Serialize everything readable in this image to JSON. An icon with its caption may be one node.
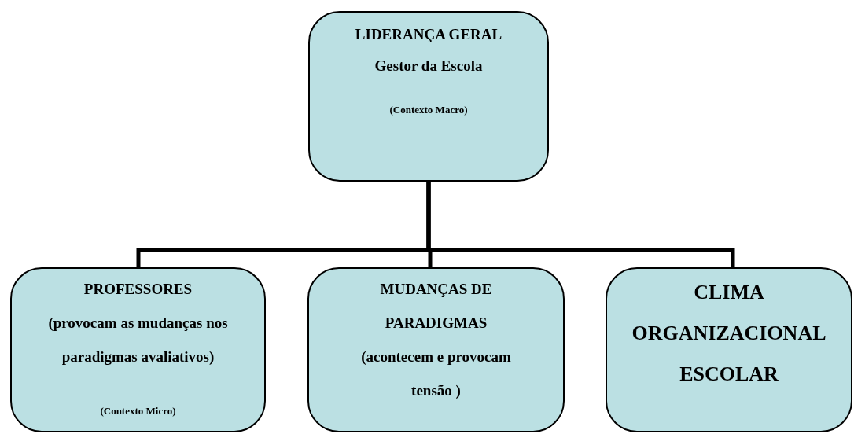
{
  "diagram": {
    "nodes": [
      {
        "text": [
          "LIDERANÇA GERAL",
          "Gestor da Escola",
          "(Contexto Macro)"
        ]
      },
      {
        "text": [
          "PROFESSORES",
          "(provocam as mudanças nos paradigmas avaliativos)",
          "(Contexto Micro)"
        ]
      },
      {
        "text": [
          "MUDANÇAS DE PARADIGMAS",
          "(acontecem e provocam tensão )"
        ]
      },
      {
        "text": [
          "CLIMA ORGANIZACIONAL ESCOLAR"
        ]
      }
    ],
    "edges": [
      {
        "from": 0,
        "to": 1,
        "arrow": "none"
      },
      {
        "from": 0,
        "to": 2,
        "arrow": "none"
      },
      {
        "from": 0,
        "to": 3,
        "arrow": "none"
      }
    ]
  }
}
